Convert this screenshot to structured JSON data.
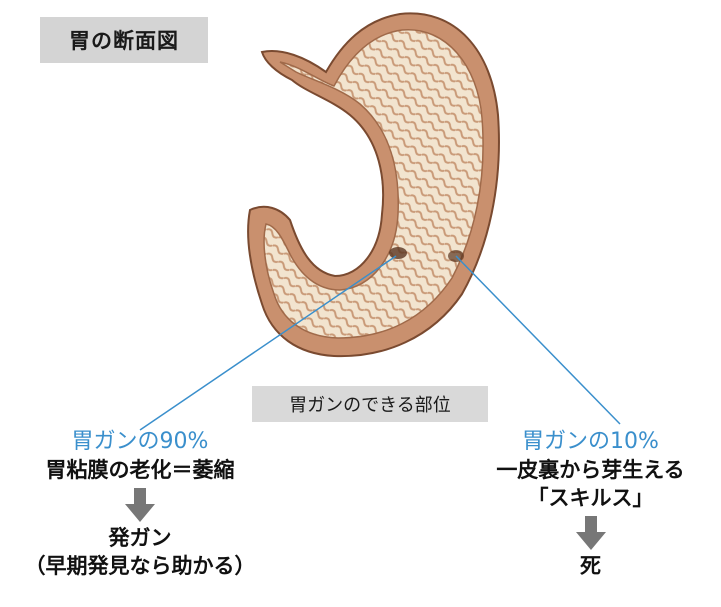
{
  "title": "胃の断面図",
  "site_label": "胃ガンのできる部位",
  "left": {
    "percent": "胃ガンの90%",
    "cause": "胃粘膜の老化＝萎縮",
    "result": "発ガン",
    "note": "（早期発見なら助かる）"
  },
  "right": {
    "percent": "胃ガンの10%",
    "cause_line1": "一皮裏から芽生える",
    "cause_line2": "「スキルス」",
    "result": "死"
  },
  "colors": {
    "accent": "#3a8fcc",
    "label_bg": "#d4d4d4",
    "arrow": "#777777",
    "stomach_outer": "#c9906e",
    "stomach_inner": "#f3e6d2"
  },
  "icons": [
    "stomach-cross-section-illustration",
    "down-arrow-icon",
    "down-arrow-icon"
  ]
}
